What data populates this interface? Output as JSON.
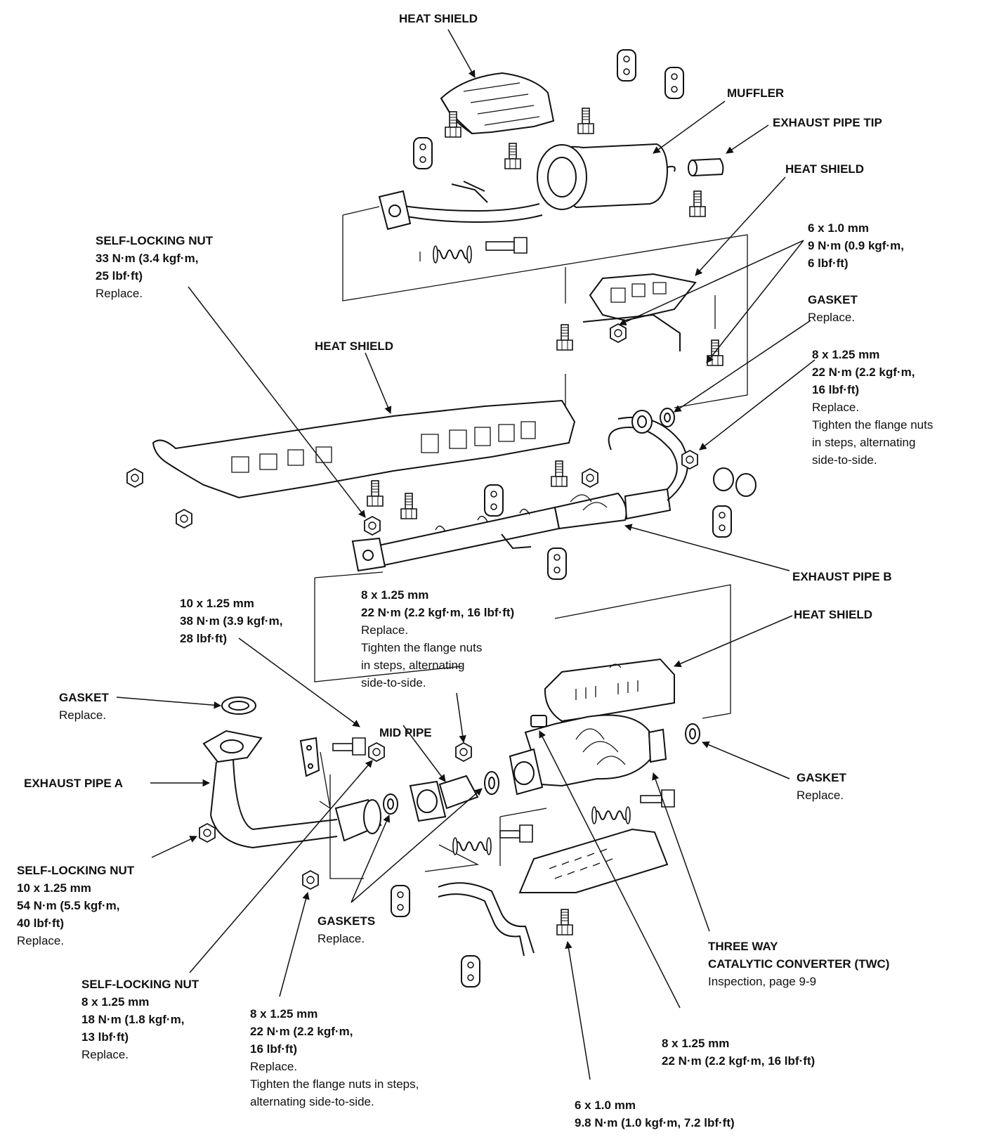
{
  "labels": {
    "heat_shield_top": "HEAT SHIELD",
    "muffler": "MUFFLER",
    "exhaust_pipe_tip": "EXHAUST PIPE TIP",
    "heat_shield_right": "HEAT SHIELD",
    "bolt_6x1": {
      "l1": "6 x 1.0 mm",
      "l2": "9 N·m (0.9 kgf·m,",
      "l3": "6 lbf·ft)"
    },
    "gasket_upper": {
      "title": "GASKET",
      "note": "Replace."
    },
    "flange_nut_right": {
      "l1": "8 x 1.25 mm",
      "l2": "22 N·m (2.2 kgf·m,",
      "l3": "16 lbf·ft)",
      "l4": "Replace.",
      "l5": "Tighten the flange nuts",
      "l6": "in steps, alternating",
      "l7": "side-to-side."
    },
    "self_locking_nut_top": {
      "title": "SELF-LOCKING NUT",
      "l2": "33 N·m (3.4 kgf·m,",
      "l3": "25 lbf·ft)",
      "l4": "Replace."
    },
    "heat_shield_mid": "HEAT SHIELD",
    "exhaust_pipe_b": "EXHAUST PIPE B",
    "flange_nut_center": {
      "l1": "8 x 1.25 mm",
      "l2": "22 N·m (2.2 kgf·m, 16 lbf·ft)",
      "l3": "Replace.",
      "l4": "Tighten the flange nuts",
      "l5": "in steps, alternating",
      "l6": "side-to-side."
    },
    "bolt_10x125": {
      "l1": "10 x 1.25 mm",
      "l2": "38 N·m (3.9 kgf·m,",
      "l3": "28 lbf·ft)"
    },
    "heat_shield_lower": "HEAT SHIELD",
    "gasket_left": {
      "title": "GASKET",
      "note": "Replace."
    },
    "mid_pipe": "MID PIPE",
    "exhaust_pipe_a": "EXHAUST PIPE A",
    "gasket_right": {
      "title": "GASKET",
      "note": "Replace."
    },
    "self_locking_nut_left": {
      "title": "SELF-LOCKING NUT",
      "l2": "10 x 1.25 mm",
      "l3": "54 N·m (5.5 kgf·m,",
      "l4": "40 lbf·ft)",
      "l5": "Replace."
    },
    "gaskets": {
      "title": "GASKETS",
      "note": "Replace."
    },
    "twc": {
      "l1": "THREE WAY",
      "l2": "CATALYTIC CONVERTER (TWC)",
      "l3": "Inspection, page 9-9"
    },
    "self_locking_nut_bottom": {
      "title": "SELF-LOCKING NUT",
      "l2": "8 x 1.25 mm",
      "l3": "18 N·m (1.8 kgf·m,",
      "l4": "13 lbf·ft)",
      "l5": "Replace."
    },
    "flange_nut_bottom": {
      "l1": "8 x 1.25 mm",
      "l2": "22 N·m (2.2 kgf·m,",
      "l3": "16 lbf·ft)",
      "l4": "Replace.",
      "l5": "Tighten the flange nuts in steps,",
      "l6": "alternating side-to-side."
    },
    "bolt_twc": {
      "l1": "8 x 1.25 mm",
      "l2": "22 N·m (2.2 kgf·m, 16 lbf·ft)"
    },
    "bolt_6x1_bottom": {
      "l1": "6 x 1.0 mm",
      "l2": "9.8 N·m (1.0 kgf·m, 7.2 lbf·ft)"
    }
  }
}
